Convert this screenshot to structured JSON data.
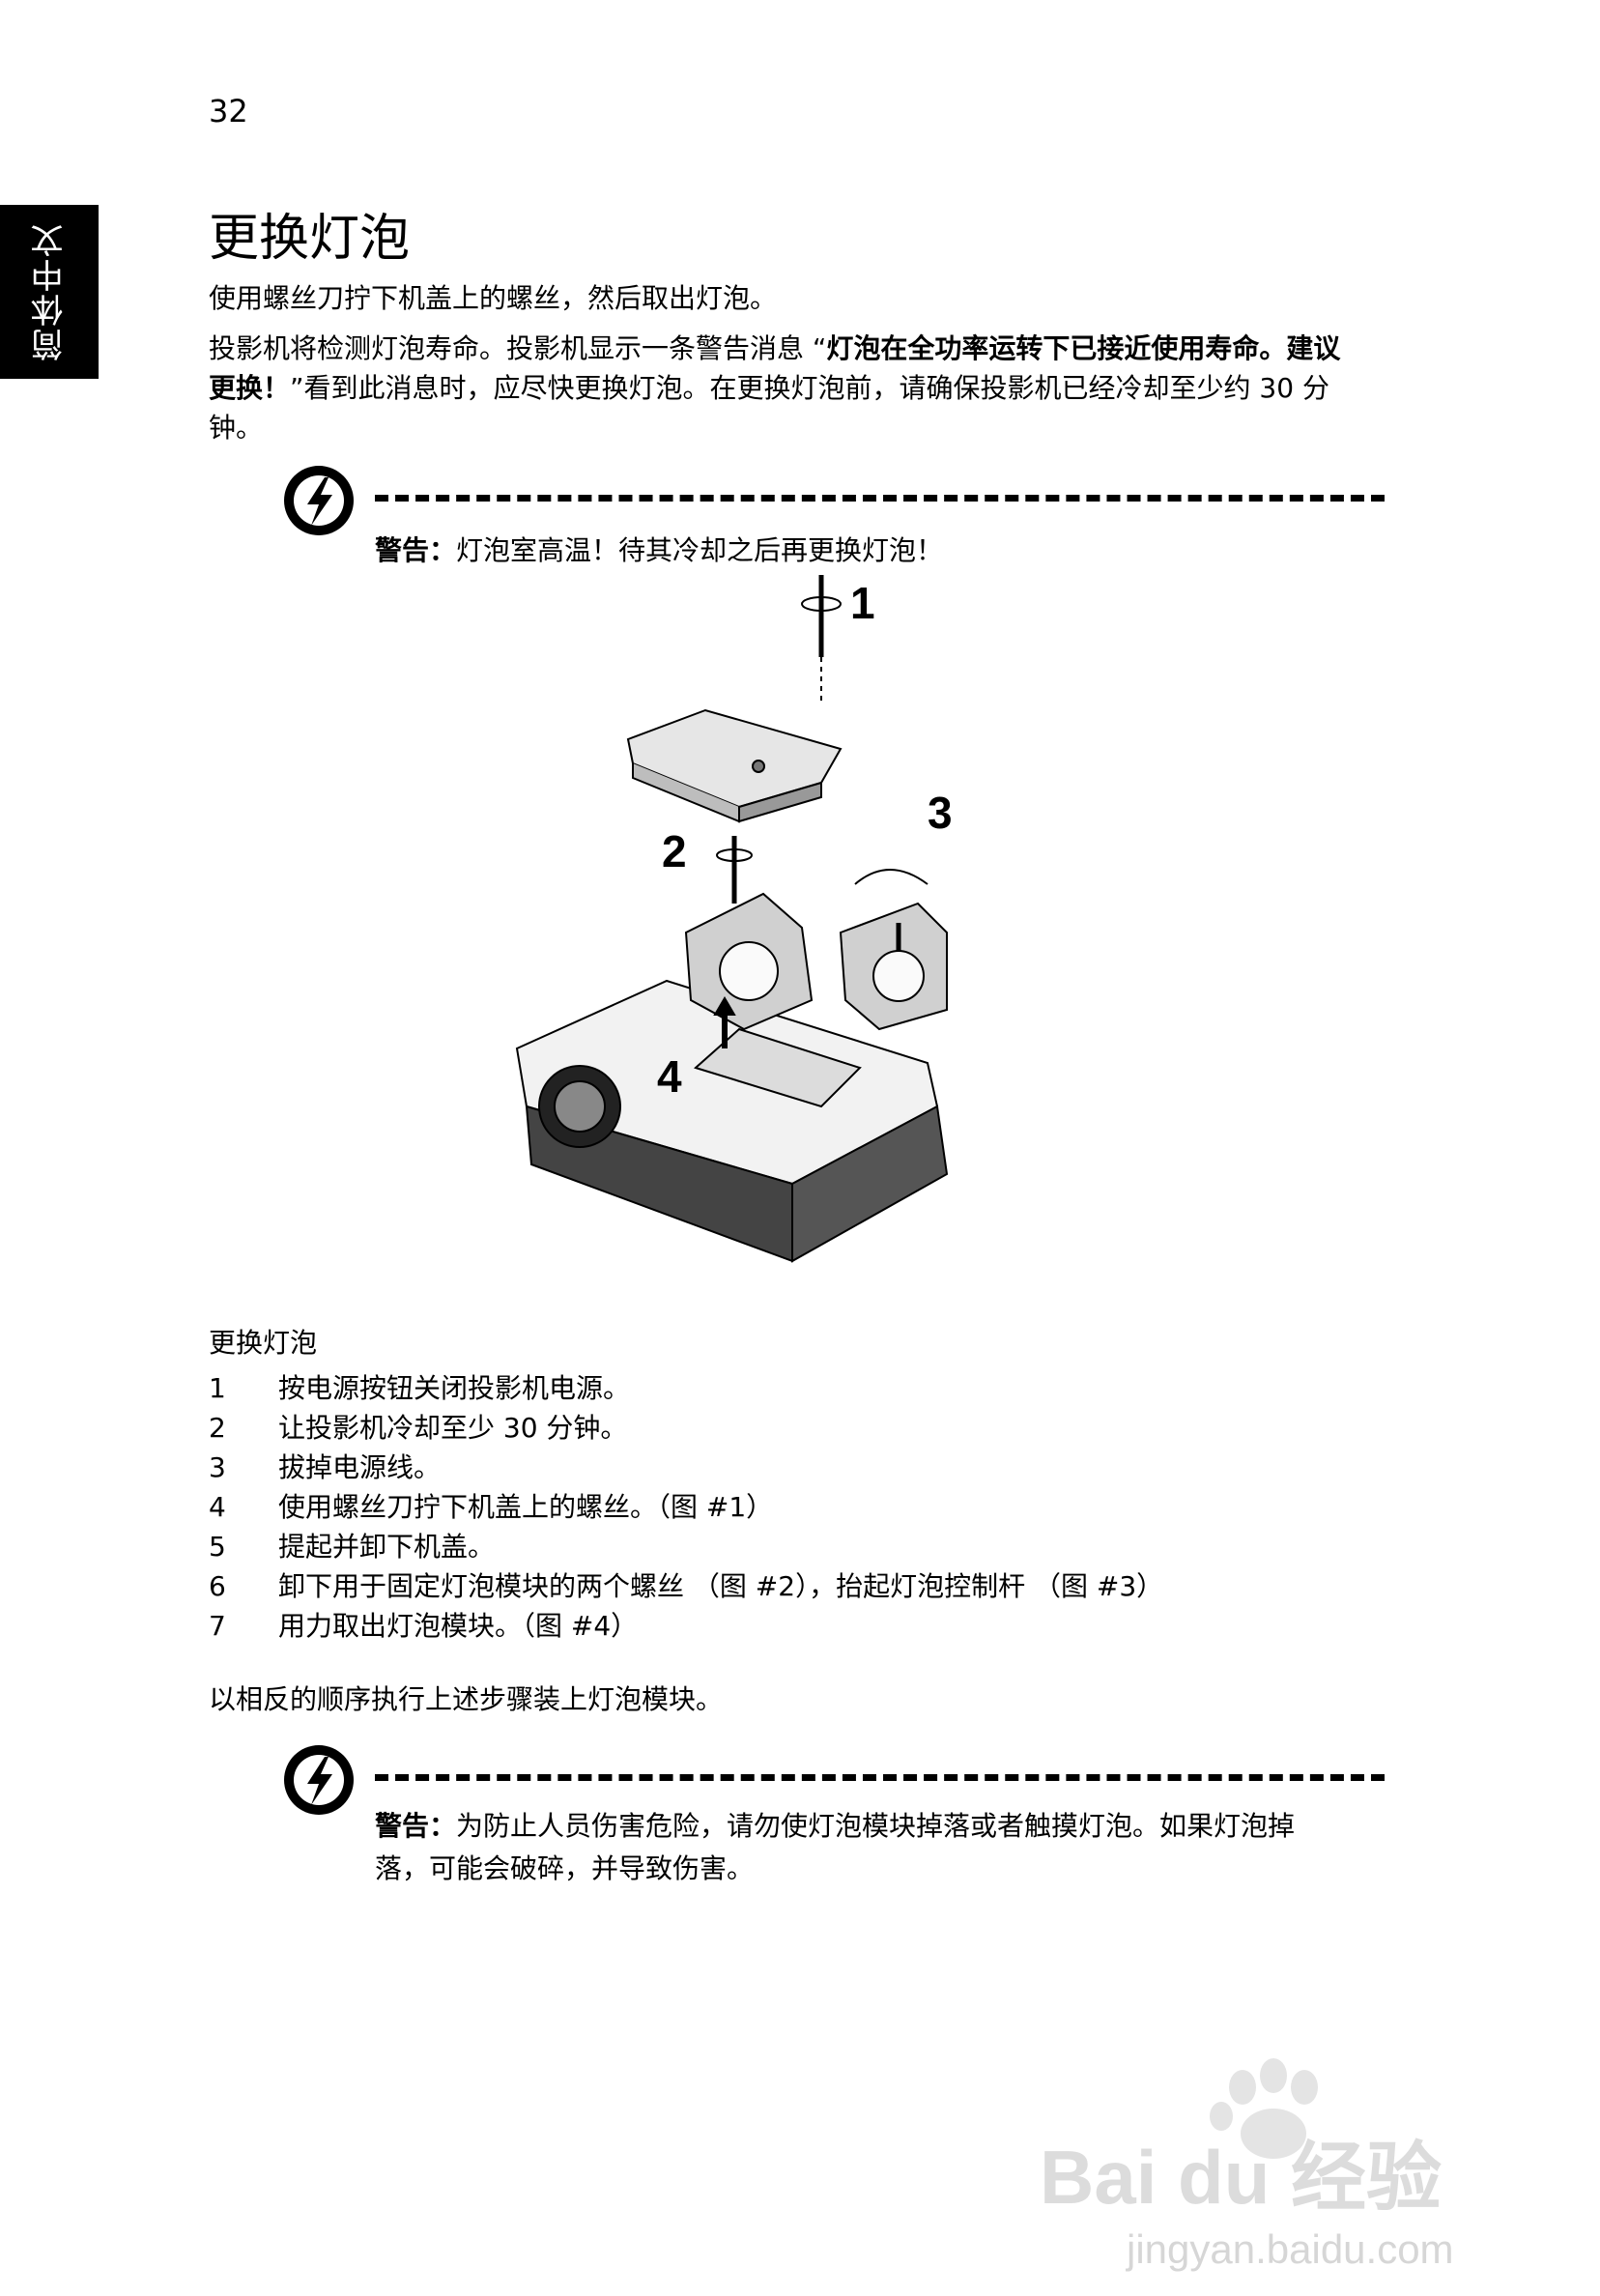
{
  "page_number": "32",
  "side_tab": "简体中文",
  "title": "更换灯泡",
  "intro": "使用螺丝刀拧下机盖上的螺丝，然后取出灯泡。",
  "para2": {
    "part1": "投影机将检测灯泡寿命。投影机显示一条警告消息 “",
    "bold": "灯泡在全功率运转下已接近使用寿命。建议更换！",
    "part2": "”看到此消息时，应尽快更换灯泡。在更换灯泡前，请确保投影机已经冷却至少约 30 分钟。"
  },
  "warning1": {
    "label": "警告：",
    "text": "灯泡室高温！待其冷却之后再更换灯泡！"
  },
  "figure": {
    "labels": [
      "1",
      "2",
      "3",
      "4"
    ]
  },
  "steps_heading": "更换灯泡",
  "steps": [
    {
      "num": "1",
      "text": "按电源按钮关闭投影机电源。"
    },
    {
      "num": "2",
      "text": "让投影机冷却至少 30 分钟。"
    },
    {
      "num": "3",
      "text": "拔掉电源线。"
    },
    {
      "num": "4",
      "text": "使用螺丝刀拧下机盖上的螺丝。（图 #1）"
    },
    {
      "num": "5",
      "text": "提起并卸下机盖。"
    },
    {
      "num": "6",
      "text": "卸下用于固定灯泡模块的两个螺丝 （图 #2），抬起灯泡控制杆 （图 #3）"
    },
    {
      "num": "7",
      "text": "用力取出灯泡模块。（图 #4）"
    }
  ],
  "reverse_note": "以相反的顺序执行上述步骤装上灯泡模块。",
  "warning2": {
    "label": "警告：",
    "text": "为防止人员伤害危险，请勿使灯泡模块掉落或者触摸灯泡。如果灯泡掉落，可能会破碎，并导致伤害。"
  },
  "watermark": {
    "brand": "Bai du 经验",
    "url": "jingyan.baidu.com"
  }
}
